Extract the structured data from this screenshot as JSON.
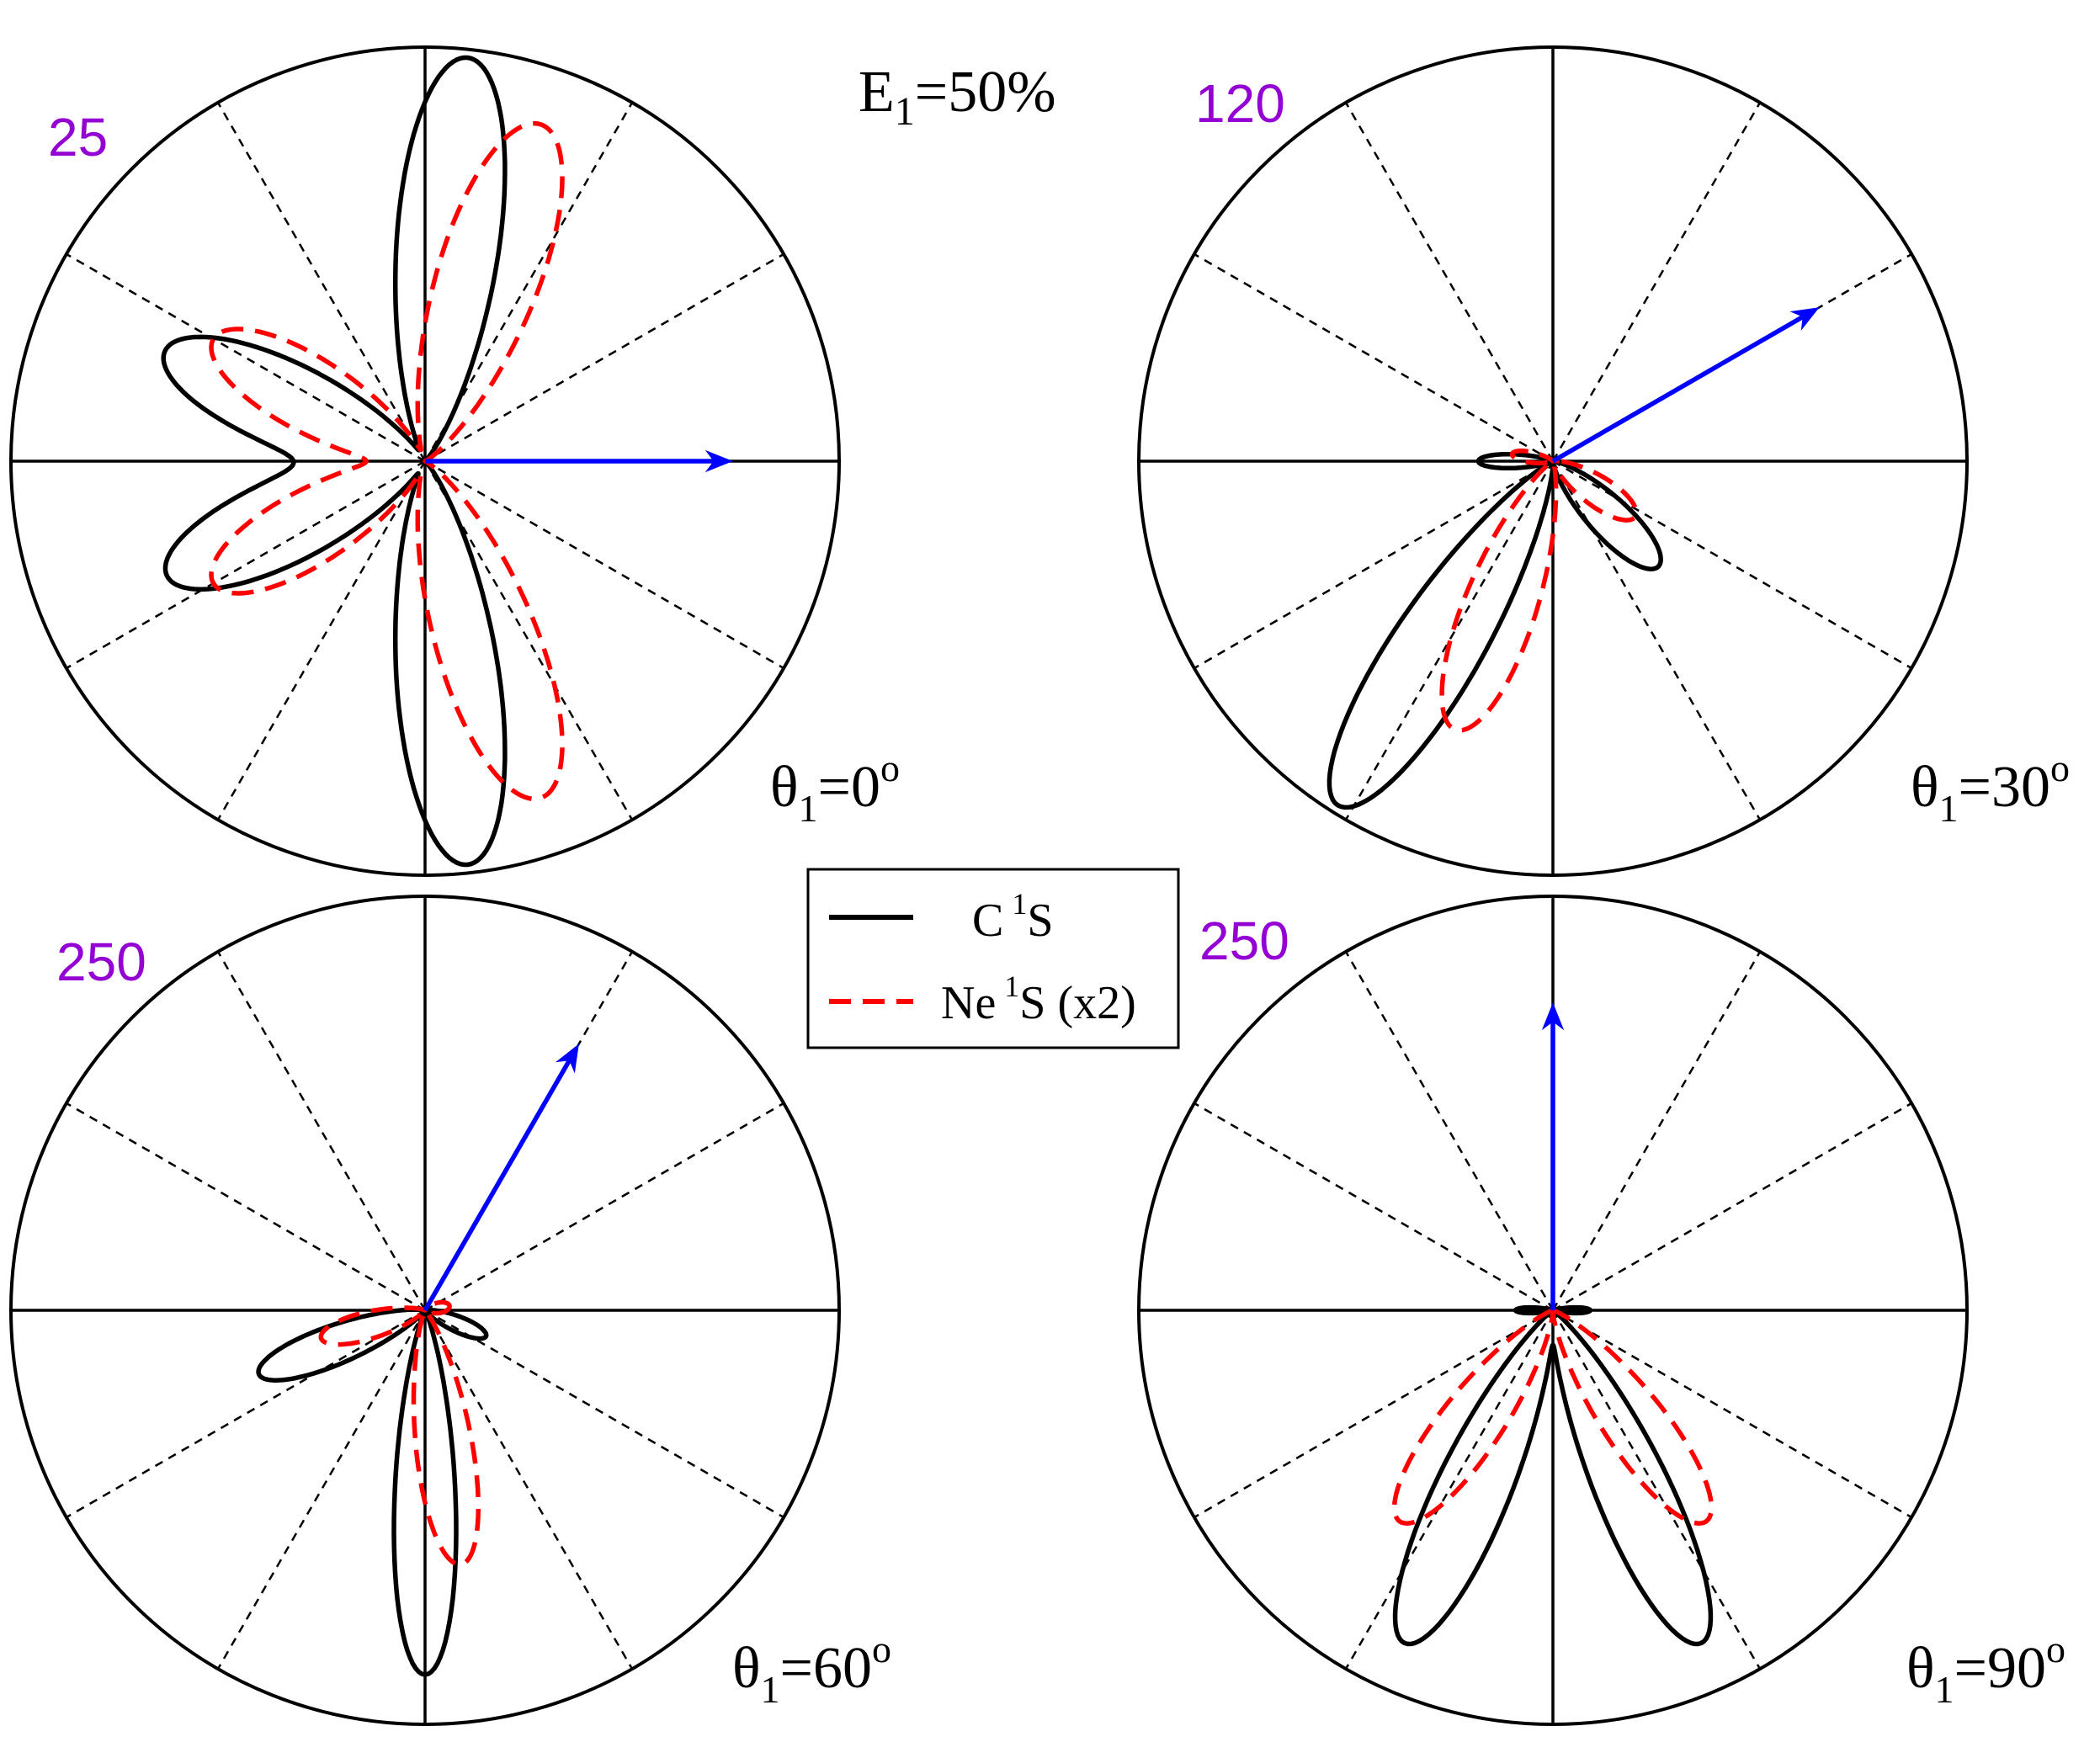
{
  "figure": {
    "title_main": "E",
    "title_sub": "1",
    "title_rest": "=50%"
  },
  "legend": {
    "items": [
      {
        "element": "C",
        "sup": "1",
        "term": "S",
        "suffix": "",
        "color": "#000000",
        "dash": "solid"
      },
      {
        "element": "Ne",
        "sup": "1",
        "term": "S",
        "suffix": " (x2)",
        "color": "#ff0000",
        "dash": "dashed"
      }
    ]
  },
  "chart_data": [
    {
      "type": "polar",
      "scale_label": "25",
      "angle_label": {
        "symbol": "θ",
        "sub": "1",
        "value": "=0",
        "sup": "o"
      },
      "theta1_deg": 0,
      "guides_deg": [
        0,
        30,
        60,
        90,
        120,
        150,
        180,
        210,
        240,
        270,
        300,
        330
      ],
      "series": [
        {
          "name": "C 1S",
          "lobes": [
            {
              "dir_deg": 84,
              "r": 0.98,
              "width": 0.3
            },
            {
              "dir_deg": 157,
              "r": 0.68,
              "width": 0.34
            },
            {
              "dir_deg": 204,
              "r": 0.68,
              "width": 0.34
            },
            {
              "dir_deg": 276,
              "r": 0.98,
              "width": 0.3
            }
          ]
        },
        {
          "name": "Ne 1S (x2)",
          "lobes": [
            {
              "dir_deg": 71,
              "r": 0.86,
              "width": 0.34
            },
            {
              "dir_deg": 150,
              "r": 0.59,
              "width": 0.36
            },
            {
              "dir_deg": 210,
              "r": 0.59,
              "width": 0.36
            },
            {
              "dir_deg": 289,
              "r": 0.86,
              "width": 0.34
            }
          ]
        }
      ]
    },
    {
      "type": "polar",
      "scale_label": "120",
      "angle_label": {
        "symbol": "θ",
        "sub": "1",
        "value": "=30",
        "sup": "o"
      },
      "theta1_deg": 30,
      "guides_deg": [
        0,
        30,
        60,
        90,
        120,
        150,
        180,
        210,
        240,
        270,
        300,
        330
      ],
      "series": [
        {
          "name": "C 1S",
          "lobes": [
            {
              "dir_deg": 238,
              "r": 0.98,
              "width": 0.26
            },
            {
              "dir_deg": 315,
              "r": 0.36,
              "width": 0.32
            },
            {
              "dir_deg": 180,
              "r": 0.18,
              "width": 0.22
            }
          ]
        },
        {
          "name": "Ne 1S (x2)",
          "lobes": [
            {
              "dir_deg": 250,
              "r": 0.69,
              "width": 0.3
            },
            {
              "dir_deg": 326,
              "r": 0.24,
              "width": 0.36
            },
            {
              "dir_deg": 170,
              "r": 0.1,
              "width": 0.3
            }
          ]
        }
      ]
    },
    {
      "type": "polar",
      "scale_label": "250",
      "angle_label": {
        "symbol": "θ",
        "sub": "1",
        "value": "=60",
        "sup": "o"
      },
      "theta1_deg": 60,
      "guides_deg": [
        0,
        30,
        60,
        90,
        120,
        150,
        180,
        210,
        240,
        270,
        300,
        330
      ],
      "series": [
        {
          "name": "C 1S",
          "lobes": [
            {
              "dir_deg": 270,
              "r": 0.88,
              "width": 0.2
            },
            {
              "dir_deg": 201,
              "r": 0.43,
              "width": 0.26
            },
            {
              "dir_deg": 337,
              "r": 0.16,
              "width": 0.28
            }
          ]
        },
        {
          "name": "Ne 1S (x2)",
          "lobes": [
            {
              "dir_deg": 278,
              "r": 0.62,
              "width": 0.26
            },
            {
              "dir_deg": 195,
              "r": 0.26,
              "width": 0.3
            },
            {
              "dir_deg": 10,
              "r": 0.06,
              "width": 0.5
            }
          ]
        }
      ]
    },
    {
      "type": "polar",
      "scale_label": "250",
      "angle_label": {
        "symbol": "θ",
        "sub": "1",
        "value": "=90",
        "sup": "o"
      },
      "theta1_deg": 90,
      "guides_deg": [
        0,
        30,
        60,
        90,
        120,
        150,
        180,
        210,
        240,
        270,
        300,
        330
      ],
      "series": [
        {
          "name": "C 1S",
          "lobes": [
            {
              "dir_deg": 246,
              "r": 0.88,
              "width": 0.24
            },
            {
              "dir_deg": 294,
              "r": 0.88,
              "width": 0.24
            },
            {
              "dir_deg": 180,
              "r": 0.09,
              "width": 0.18
            },
            {
              "dir_deg": 0,
              "r": 0.09,
              "width": 0.18
            }
          ]
        },
        {
          "name": "Ne 1S (x2)",
          "lobes": [
            {
              "dir_deg": 234,
              "r": 0.63,
              "width": 0.28
            },
            {
              "dir_deg": 306,
              "r": 0.63,
              "width": 0.28
            }
          ]
        }
      ]
    }
  ],
  "colors": {
    "c_series": "#000000",
    "ne_series": "#ff0000",
    "field_arrow": "#0000ff",
    "scale_label": "#9400d3",
    "guide": "#000000"
  }
}
